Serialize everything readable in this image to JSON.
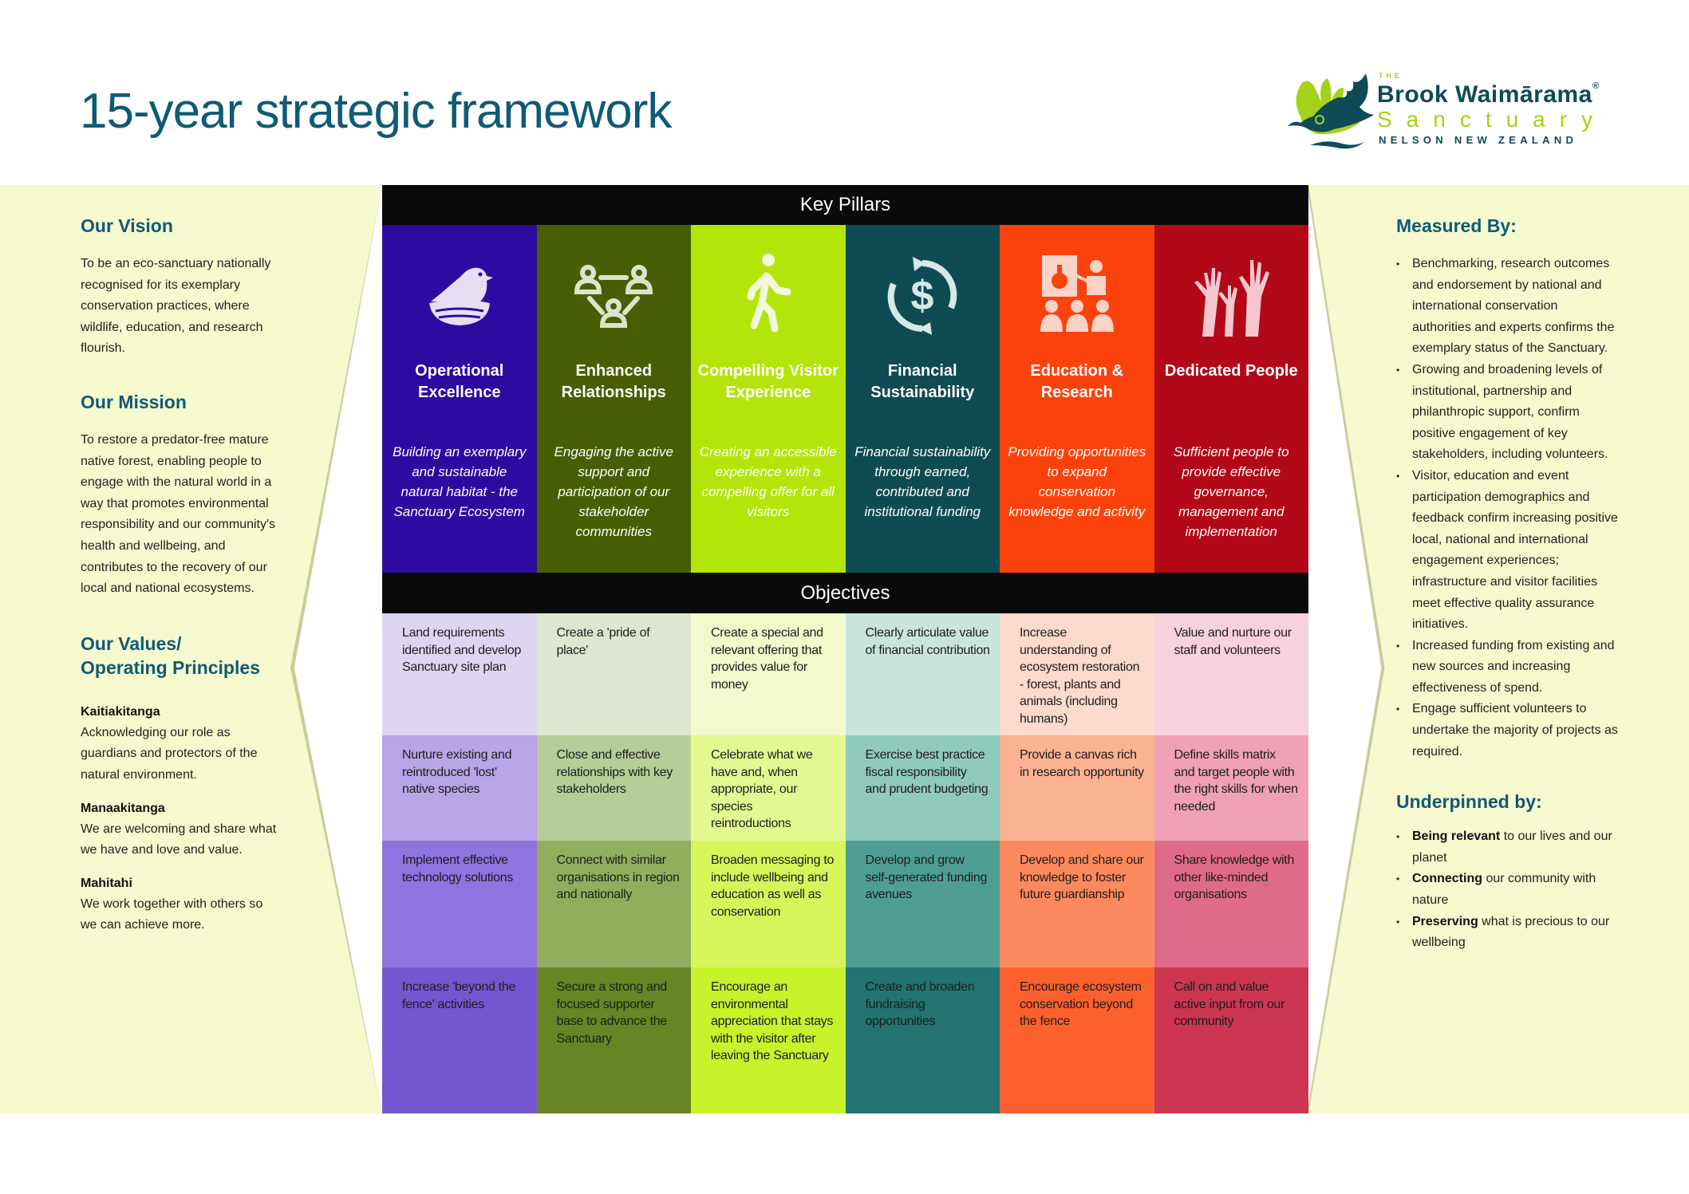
{
  "header": {
    "title": "15-year strategic framework",
    "logo": {
      "the": "THE",
      "brand": "Brook Waimārama",
      "registered": "®",
      "sanctuary": "Sanctuary",
      "location": "NELSON NEW ZEALAND",
      "icon": "bird-hand-logo-icon",
      "colors": {
        "dark": "#0f4a57",
        "lime": "#a4d21c"
      }
    }
  },
  "left_panel": {
    "vision": {
      "heading": "Our Vision",
      "text": "To be an eco-sanctuary nationally recognised for its exemplary conservation practices, where wildlife, education, and research flourish."
    },
    "mission": {
      "heading": "Our Mission",
      "text": "To restore a predator-free mature native forest, enabling people to engage with the natural world in a way that promotes environmental responsibility and our community's health and wellbeing, and contributes to the recovery of our local and national ecosystems."
    },
    "values": {
      "heading_line1": "Our Values/",
      "heading_line2": "Operating Principles",
      "items": [
        {
          "title": "Kaitiakitanga",
          "text": "Acknowledging our role as guardians and protectors of the natural environment."
        },
        {
          "title": "Manaakitanga",
          "text": "We are welcoming and share what we have and love and value."
        },
        {
          "title": "Mahitahi",
          "text": "We work together with others so we can achieve more."
        }
      ]
    }
  },
  "grid": {
    "pillars_heading": "Key Pillars",
    "objectives_heading": "Objectives",
    "pillars": [
      {
        "name": "Operational Excellence",
        "icon": "bird-nest-icon",
        "color": "#2d0aa0",
        "description": "Building an exemplary and sustainable natural habitat - the Sanctuary Ecosystem"
      },
      {
        "name": "Enhanced Relationships",
        "icon": "people-network-icon",
        "color": "#475e04",
        "description": "Engaging the active support and participation of our stakeholder communities"
      },
      {
        "name": "Compelling Visitor Experience",
        "icon": "walking-visitor-icon",
        "color": "#b4e50b",
        "description": "Creating an accessible experience with a compelling offer for all visitors"
      },
      {
        "name": "Financial Sustainability",
        "icon": "dollar-cycle-icon",
        "color": "#0f4b53",
        "description": "Financial sustainability through earned, contributed and institutional funding"
      },
      {
        "name": "Education & Research",
        "icon": "teacher-class-icon",
        "color": "#fb420c",
        "description": "Providing opportunities to expand conservation knowledge and activity"
      },
      {
        "name": "Dedicated People",
        "icon": "raised-hands-icon",
        "color": "#b30818",
        "description": "Sufficient people to provide effective governance, management and implementation"
      }
    ],
    "objectives": [
      {
        "cells": [
          "Land requirements identified and develop Sanctuary site plan",
          "Create a 'pride of place'",
          "Create a special and relevant offering that provides value for money",
          "Clearly articulate value of financial contribution",
          "Increase understanding of ecosystem restoration - forest, plants and animals (including humans)",
          "Value and nurture our staff and volunteers"
        ],
        "colors": [
          "#ded5f3",
          "#dde6cf",
          "#f1f9cd",
          "#c8e6de",
          "#fcdacc",
          "#f8d1de"
        ]
      },
      {
        "cells": [
          "Nurture existing and reintroduced 'lost' native species",
          "Close and effective relationships with key stakeholders",
          "Celebrate what we have and, when appropriate, our species reintroductions",
          "Exercise best practice fiscal responsibility and prudent budgeting",
          "Provide a canvas rich in research opportunity",
          "Define skills matrix and target people with the right skills for when needed"
        ],
        "colors": [
          "#b7a5e7",
          "#b6cd98",
          "#e4f891",
          "#8fcabb",
          "#fbb291",
          "#f0a1b5"
        ]
      },
      {
        "cells": [
          "Implement effective technology solutions",
          "Connect with similar organisations in region and nationally",
          "Broaden messaging to include wellbeing and education as well as conservation",
          "Develop and grow self-generated funding avenues",
          "Develop and share our knowledge to foster future guardianship",
          "Share knowledge with other like-minded organisations"
        ],
        "colors": [
          "#8d74de",
          "#91ad5e",
          "#d7f55a",
          "#4f9e93",
          "#fd8a5e",
          "#e06a89"
        ]
      },
      {
        "cells": [
          "Increase 'beyond the fence' activities",
          "Secure a strong and focused supporter base to advance the Sanctuary",
          "Encourage an environmental appreciation that stays with the visitor after leaving the Sanctuary",
          "Create and broaden fundraising opportunities",
          "Encourage ecosystem conservation beyond the fence",
          "Call on and value active input from our community"
        ],
        "colors": [
          "#7556d1",
          "#678524",
          "#c8f22a",
          "#227372",
          "#fd602f",
          "#cd3651"
        ]
      }
    ]
  },
  "right_panel": {
    "measured": {
      "heading": "Measured By:",
      "items": [
        "Benchmarking, research outcomes and endorsement by national and international conservation authorities and experts confirms the exemplary status of the Sanctuary.",
        "Growing and broadening levels of institutional, partnership and philanthropic support, confirm positive engagement of key stakeholders, including volunteers.",
        "Visitor, education and event participation demographics and feedback confirm increasing positive local, national and international engagement experiences; infrastructure and visitor facilities meet effective quality assurance initiatives.",
        "Increased funding from existing and new sources and increasing effectiveness of spend.",
        "Engage sufficient volunteers to undertake the majority of projects as required."
      ]
    },
    "underpinned": {
      "heading": "Underpinned by:",
      "items": [
        {
          "bold": "Being relevant",
          "rest": " to our lives and our planet"
        },
        {
          "bold": "Connecting",
          "rest": " our community with nature"
        },
        {
          "bold": "Preserving",
          "rest": " what is precious to our wellbeing"
        }
      ]
    }
  },
  "colors": {
    "heading": "#0f5a75",
    "panel_bg": "#f7f9cf",
    "band": "#080a0c"
  }
}
